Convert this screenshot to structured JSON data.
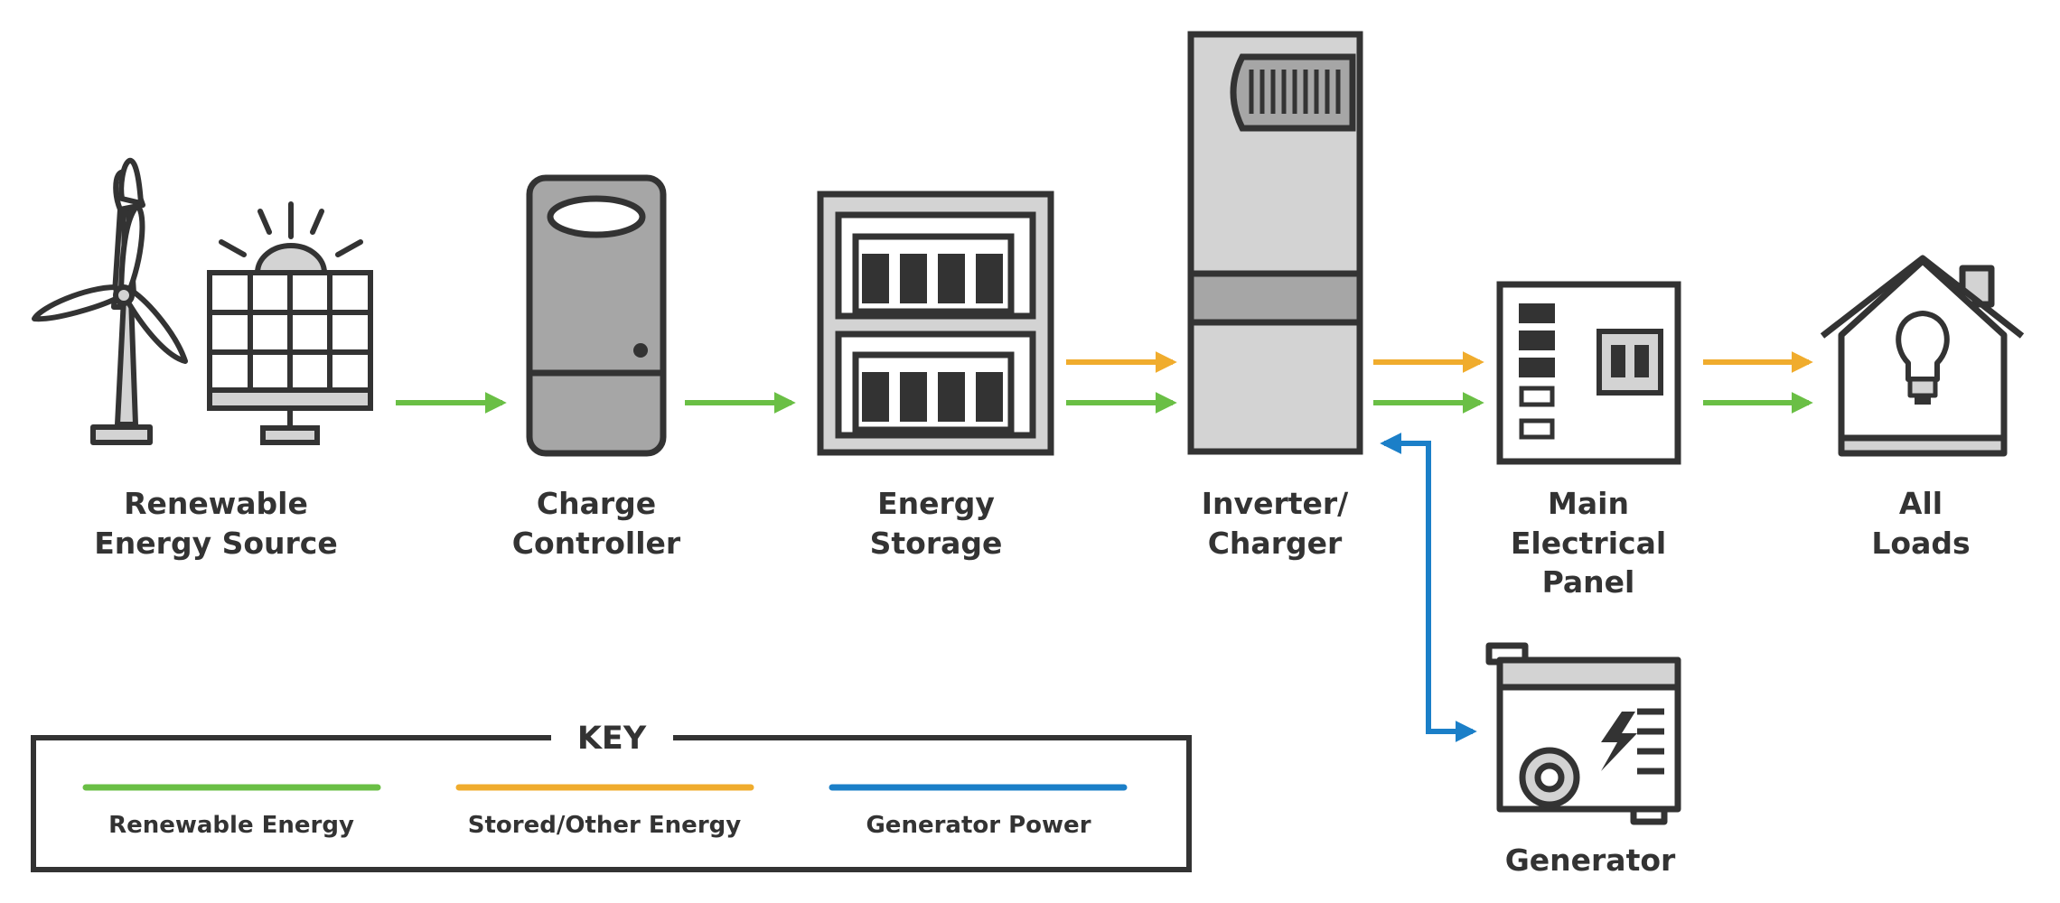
{
  "nodes": {
    "renewable": {
      "line1": "Renewable",
      "line2": "Energy Source"
    },
    "charge_controller": {
      "line1": "Charge",
      "line2": "Controller"
    },
    "storage": {
      "line1": "Energy",
      "line2": "Storage"
    },
    "inverter": {
      "line1": "Inverter/",
      "line2": "Charger"
    },
    "panel": {
      "line1": "Main",
      "line2": "Electrical",
      "line3": "Panel"
    },
    "loads": {
      "line1": "All",
      "line2": "Loads"
    },
    "generator": {
      "line1": "Generator"
    }
  },
  "key": {
    "title": "KEY",
    "items": [
      {
        "label": "Renewable Energy",
        "color": "#6abf45"
      },
      {
        "label": "Stored/Other Energy",
        "color": "#f0ac2d"
      },
      {
        "label": "Generator Power",
        "color": "#1b7fc8"
      }
    ]
  },
  "colors": {
    "outline": "#333333",
    "light_gray": "#d3d3d3",
    "mid_gray": "#a6a6a6",
    "renewable": "#6abf45",
    "stored": "#f0ac2d",
    "generator": "#1b7fc8"
  }
}
